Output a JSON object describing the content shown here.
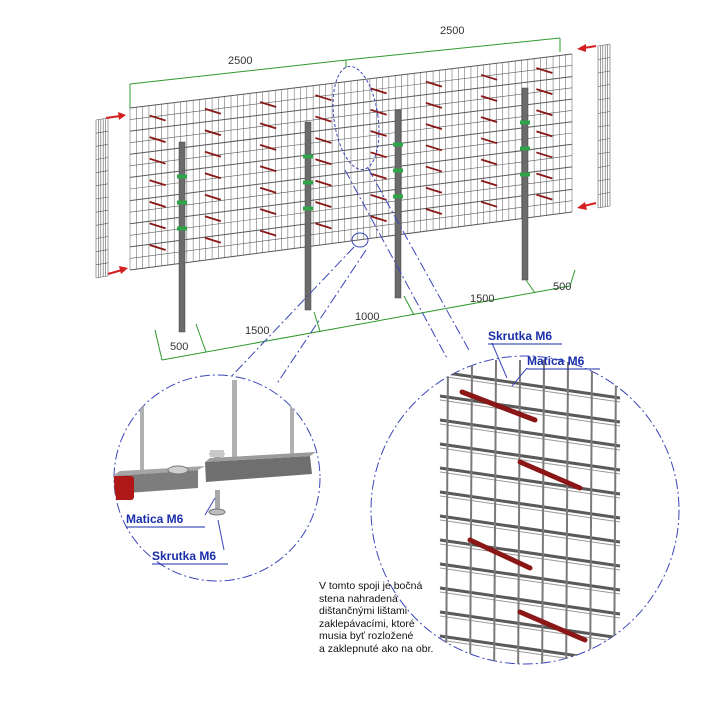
{
  "colors": {
    "dimension_line": "#2e9a2e",
    "mesh": "#5a5a5a",
    "post": "#6b6b6b",
    "spacer_bar": "#8a1616",
    "arrow": "#d42020",
    "leader": "#3a46b8",
    "callout_text": "#1a2ea8",
    "clip": "#2fa54a"
  },
  "dimensions": {
    "top_left": "2500",
    "top_right": "2500",
    "bottom": [
      "500",
      "1500",
      "1000",
      "1500",
      "500"
    ]
  },
  "callouts": {
    "left_nut": "Matica M6",
    "left_bolt": "Skrutka M6",
    "right_bolt": "Skrutka M6",
    "right_nut": "Matica M6"
  },
  "note_lines": [
    "V tomto spoji je bočná",
    "stena nahradená",
    "dištančnými lištami",
    "zaklepávacími, ktoré",
    "musia byť rozložené",
    "a zaklepnuté ako na obr."
  ],
  "icons": [
    "arrow-right-icon",
    "arrow-left-icon"
  ]
}
